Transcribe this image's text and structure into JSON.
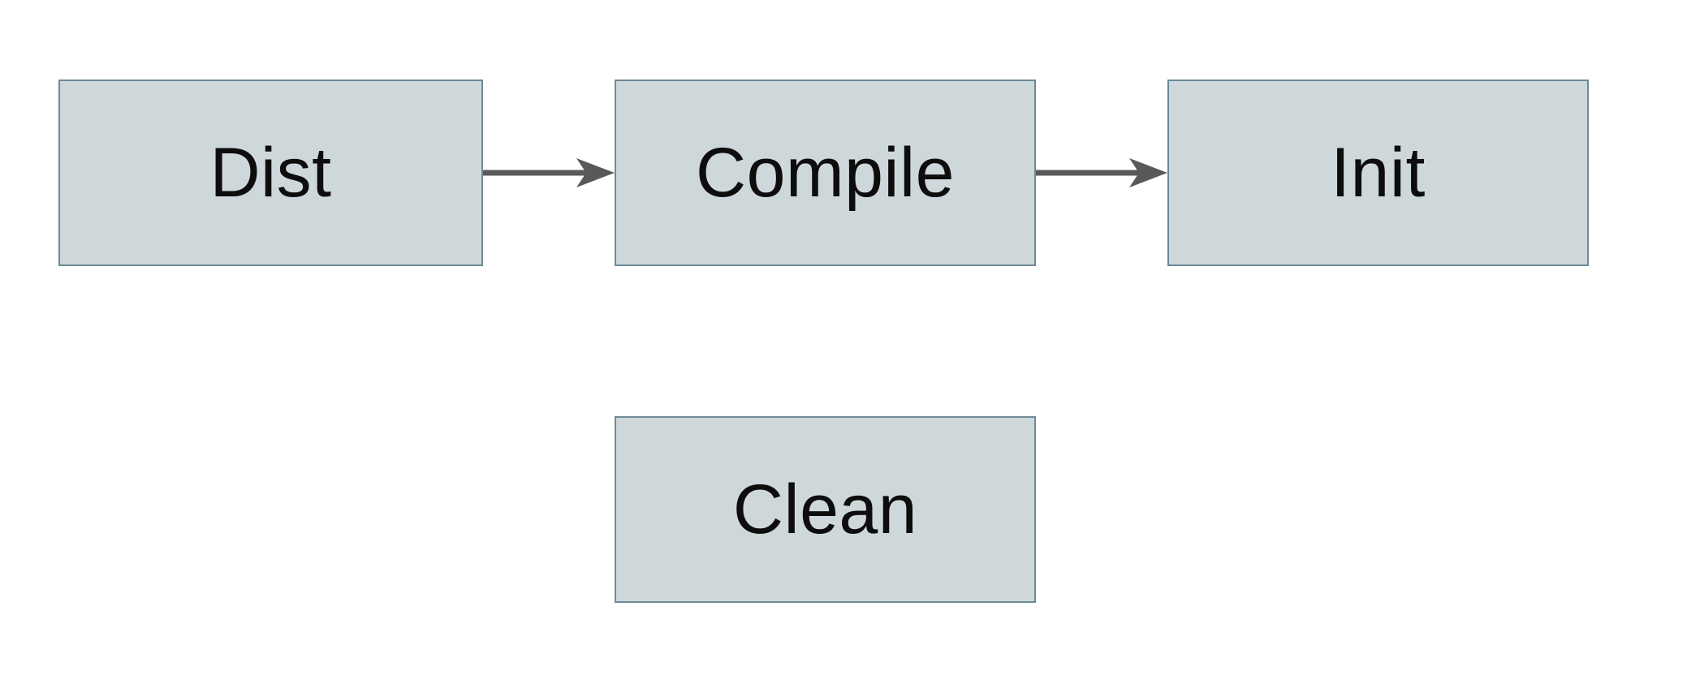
{
  "diagram": {
    "type": "flowchart",
    "background_color": "#ffffff",
    "node_fill_color": "#ced8da",
    "node_border_color": "#6d8998",
    "arrow_color": "#595959",
    "text_color": "#0d0d0d",
    "nodes": [
      {
        "id": "dist",
        "label": "Dist",
        "row": 1
      },
      {
        "id": "compile",
        "label": "Compile",
        "row": 1
      },
      {
        "id": "init",
        "label": "Init",
        "row": 1
      },
      {
        "id": "clean",
        "label": "Clean",
        "row": 2
      }
    ],
    "edges": [
      {
        "from": "Dist",
        "to": "Compile",
        "style": "solid-arrow"
      },
      {
        "from": "Compile",
        "to": "Init",
        "style": "solid-arrow"
      }
    ]
  }
}
